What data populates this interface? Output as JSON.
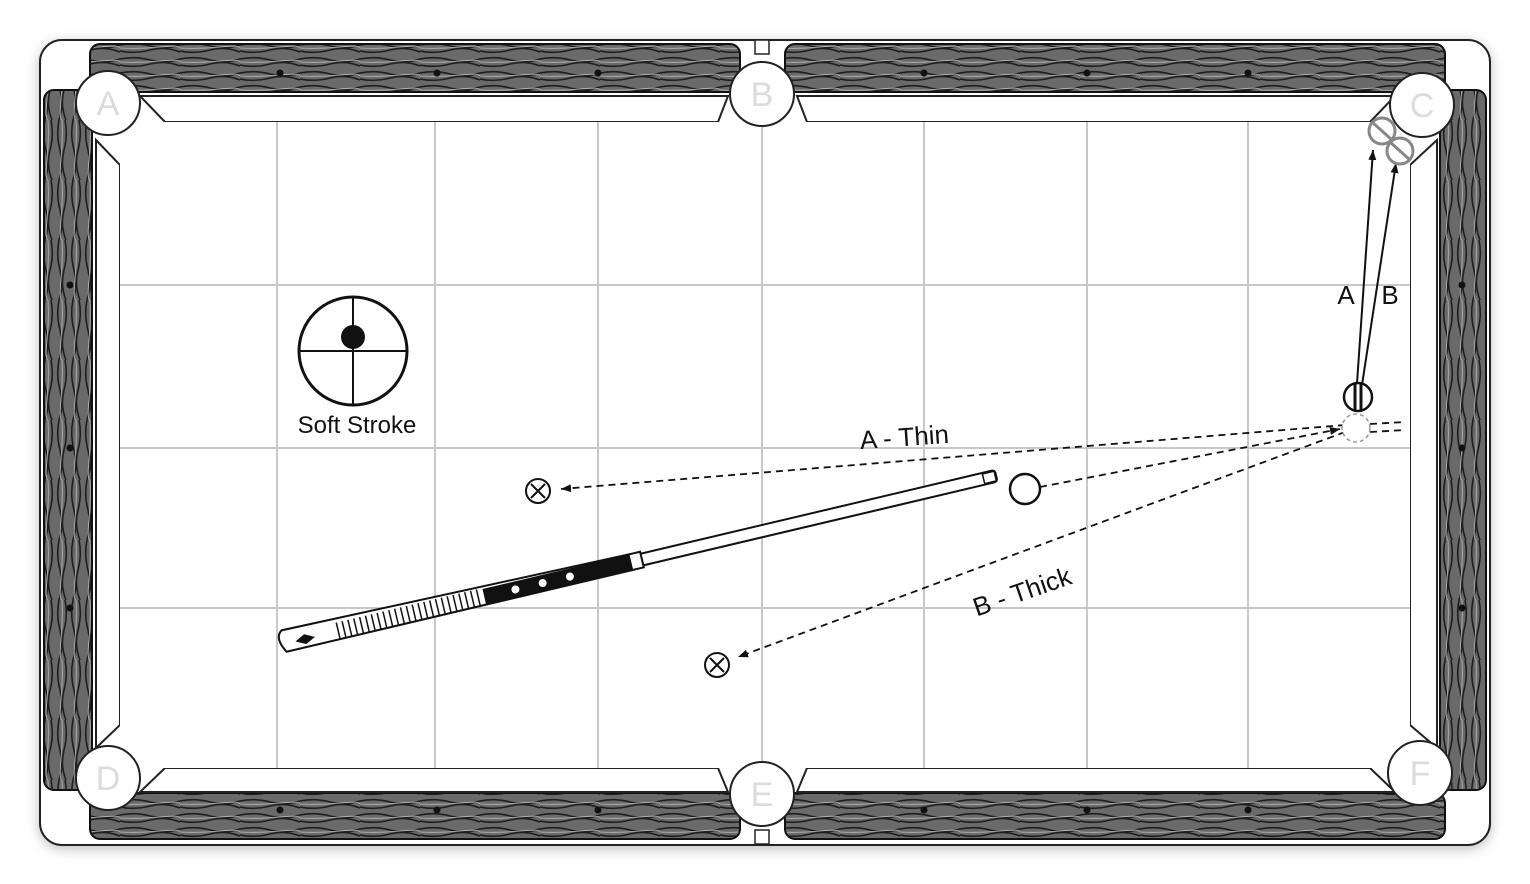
{
  "pockets": [
    {
      "id": "a",
      "label": "A"
    },
    {
      "id": "b",
      "label": "B"
    },
    {
      "id": "c",
      "label": "C"
    },
    {
      "id": "d",
      "label": "D"
    },
    {
      "id": "e",
      "label": "E"
    },
    {
      "id": "f",
      "label": "F"
    }
  ],
  "stroke_label": "Soft Stroke",
  "paths": {
    "thin_label": "A - Thin",
    "thick_label": "B - Thick",
    "letter_a": "A",
    "letter_b": "B"
  },
  "colors": {
    "rail_wood": "#5a5a5a",
    "cloth": "#ffffff",
    "grid": "#c8c8c8",
    "ink": "#111111",
    "pocket_label": "#dcdcdc"
  }
}
